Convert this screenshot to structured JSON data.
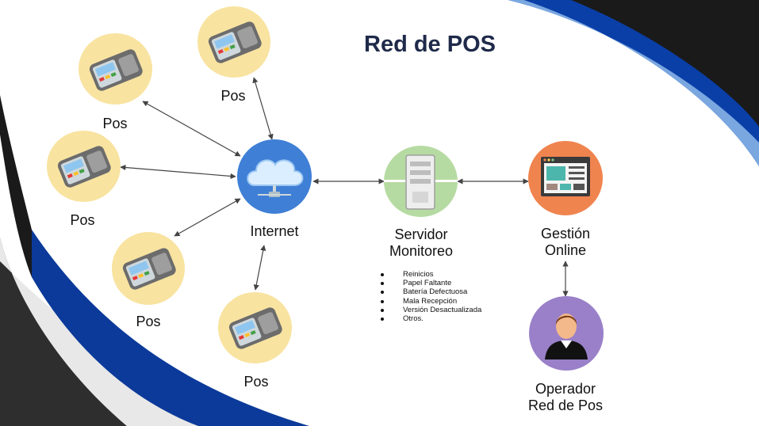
{
  "title": "Red de POS",
  "pos_nodes": [
    {
      "label": "Pos",
      "icon": "pos-terminal-icon"
    },
    {
      "label": "Pos",
      "icon": "pos-terminal-icon"
    },
    {
      "label": "Pos",
      "icon": "pos-terminal-icon"
    },
    {
      "label": "Pos",
      "icon": "pos-terminal-icon"
    },
    {
      "label": "Pos",
      "icon": "pos-terminal-icon"
    }
  ],
  "internet": {
    "label": "Internet",
    "icon": "cloud-network-icon"
  },
  "server": {
    "label_line1": "Servidor",
    "label_line2": "Monitoreo",
    "icon": "server-icon"
  },
  "monitor_items": [
    "Reinicios",
    "Papel Faltante",
    "Batería Defectuosa",
    "Mala Recepción",
    "Versión Desactualizada",
    "Otros."
  ],
  "gestion": {
    "label_line1": "Gestión",
    "label_line2": "Online",
    "icon": "web-dashboard-icon"
  },
  "operator": {
    "label_line1": "Operador",
    "label_line2": "Red de Pos",
    "icon": "operator-avatar-icon"
  },
  "colors": {
    "pos_circle": "#f8e3a0",
    "internet_circle": "#3f7fd6",
    "server_circle": "#b6dba2",
    "gestion_circle": "#f0844f",
    "operator_circle": "#9a80c9",
    "title": "#1f2a4a",
    "accent_blue": "#0a3fa8"
  }
}
